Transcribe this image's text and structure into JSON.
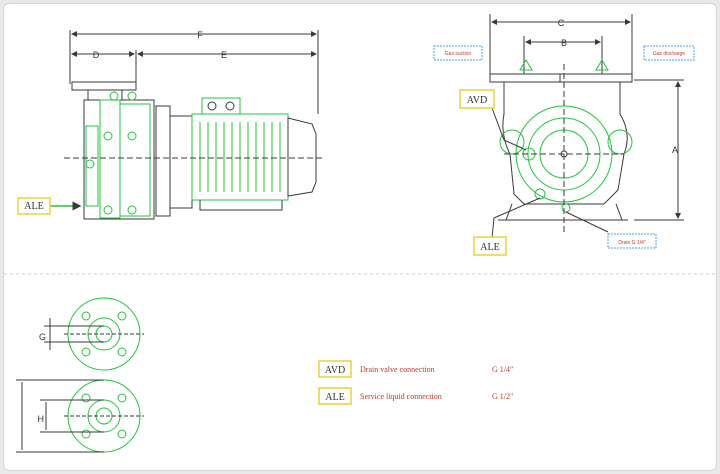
{
  "dimensions": {
    "F": "F",
    "D": "D",
    "E": "E",
    "C": "C",
    "B": "B",
    "A": "A",
    "G": "G",
    "H": "H"
  },
  "callouts": {
    "ale_side": "ALE",
    "avd_front": "AVD",
    "ale_front": "ALE",
    "gas_suction": "Gas suction",
    "gas_discharge": "Gas discharge",
    "drain": "Drain G 1/4\""
  },
  "legend": [
    {
      "code": "AVD",
      "description": "Drain valve connection",
      "size": "G 1/4\""
    },
    {
      "code": "ALE",
      "description": "Service liquid connection",
      "size": "G 1/2\""
    }
  ],
  "colors": {
    "line": "#3a3a3a",
    "part": "#22c43c",
    "callout_border": "#e8d23a",
    "tag_border": "#4aa3df",
    "legend_text": "#c0392b"
  }
}
